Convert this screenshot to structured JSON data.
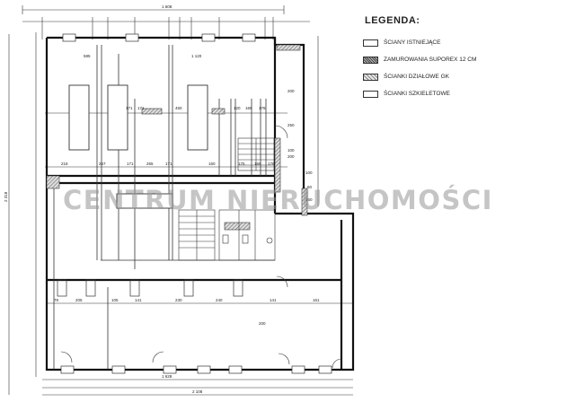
{
  "legend": {
    "title": "LEGENDA:",
    "items": [
      {
        "label": "ŚCIANY ISTNIEJĄCE",
        "pattern": "plain"
      },
      {
        "label": "ZAMUROWANIA SUPOREX 12 CM",
        "pattern": "dense"
      },
      {
        "label": "ŚCIANKI DZIAŁOWE GK",
        "pattern": "light"
      },
      {
        "label": "ŚCIANKI SZKIELETOWE",
        "pattern": "frame"
      }
    ]
  },
  "watermark": "CENTRUM NIERUCHOMOŚCI",
  "dimensions": {
    "top_total": "1 608",
    "bottom_1": "1 628",
    "bottom_total": "2 108",
    "left_total": "2 318",
    "room_a_width": "585",
    "room_b_width": "1 120",
    "mid_row": [
      "218",
      "267",
      "171",
      "265",
      "171",
      "160",
      "175",
      "169",
      "176"
    ],
    "upper_row": [
      "171",
      "171",
      "450",
      "120",
      "169",
      "176"
    ],
    "corridor_a": "200",
    "corridor_b": "250",
    "stair_a": "100",
    "stair_b": "200",
    "lower_row": [
      "78",
      "205",
      "105",
      "141",
      "230",
      "240",
      "141",
      "161"
    ],
    "right_marks": [
      "100",
      "60",
      "160"
    ],
    "gap": "200"
  },
  "colors": {
    "wall": "#111111",
    "thin": "#333333",
    "dim": "#2a2a2a"
  }
}
